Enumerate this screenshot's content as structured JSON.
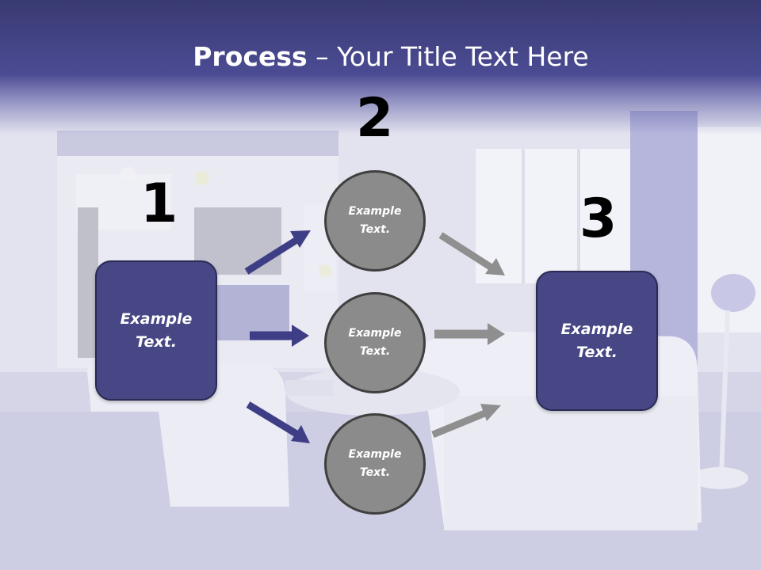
{
  "title": {
    "bold": "Process",
    "rest": " – Your Title Text Here"
  },
  "steps": {
    "one": "1",
    "two": "2",
    "three": "3"
  },
  "boxes": {
    "left": "Example Text.",
    "right": "Example Text."
  },
  "circles": [
    "Example Text.",
    "Example Text.",
    "Example Text."
  ],
  "colors": {
    "title_band": "#4b4b93",
    "box_fill": "#474785",
    "circle_fill": "#8b8b8b",
    "arrow_blue": "#3e3e86",
    "arrow_gray": "#8f8f8f"
  }
}
